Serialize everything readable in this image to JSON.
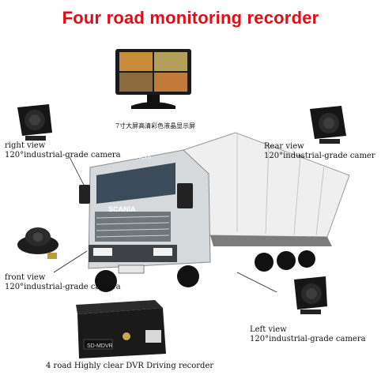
{
  "title": "Four road monitoring recorder",
  "colors": {
    "title": "#e10c16",
    "truck_body": "#ececec",
    "cab": "#d6d9dc"
  },
  "monitor": {
    "caption": "7寸大屏高清彩色液晶显示屏"
  },
  "right_view": {
    "name": "right view",
    "desc": "120°industrial-grade camera"
  },
  "rear_view": {
    "name": "Rear view",
    "desc": "120°industrial-grade camer"
  },
  "front_view": {
    "name": "front view",
    "desc": "120°industrial-grade camera"
  },
  "left_view": {
    "name": "Left view",
    "desc": "120°industrial-grade camera"
  },
  "dvr": {
    "caption": "4 road Highly clear DVR Driving recorder",
    "label": "SD-MDVR"
  },
  "truck": {
    "brand": "SCANIA",
    "banner": "Scania Rent"
  },
  "icons": [
    "monitor-icon",
    "camera-icon",
    "dome-camera-icon",
    "dvr-device-icon"
  ]
}
